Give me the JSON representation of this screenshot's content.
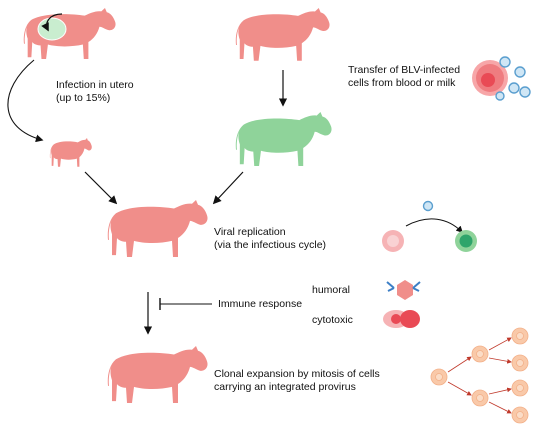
{
  "labels": {
    "infection_line1": "Infection in utero",
    "infection_line2": "(up to 15%)",
    "transfer_line1": "Transfer of BLV-infected",
    "transfer_line2": "cells from blood or milk",
    "replication_line1": "Viral replication",
    "replication_line2": "(via the infectious cycle)",
    "immune_response": "Immune response",
    "humoral": "humoral",
    "cytotoxic": "cytotoxic",
    "clonal_line1": "Clonal expansion by mitosis of cells",
    "clonal_line2": "carrying an integrated provirus"
  },
  "colors": {
    "cow": "#f08e8a",
    "cow_green": "#8fd39a",
    "uterus": "#c9edcf",
    "arrow": "#111111",
    "cell_pink": "#f6b3b5",
    "cell_green": "#2fa56b",
    "cell_red": "#e94a55",
    "virus": "#5b9fcf",
    "clone_cell": "#f9c9a9",
    "clone_arrow": "#c0392b",
    "antibody": "#3d7fc6"
  },
  "icons": [
    "cow-icon",
    "calf-icon",
    "virus-icon",
    "cell-icon",
    "antibody-icon"
  ]
}
